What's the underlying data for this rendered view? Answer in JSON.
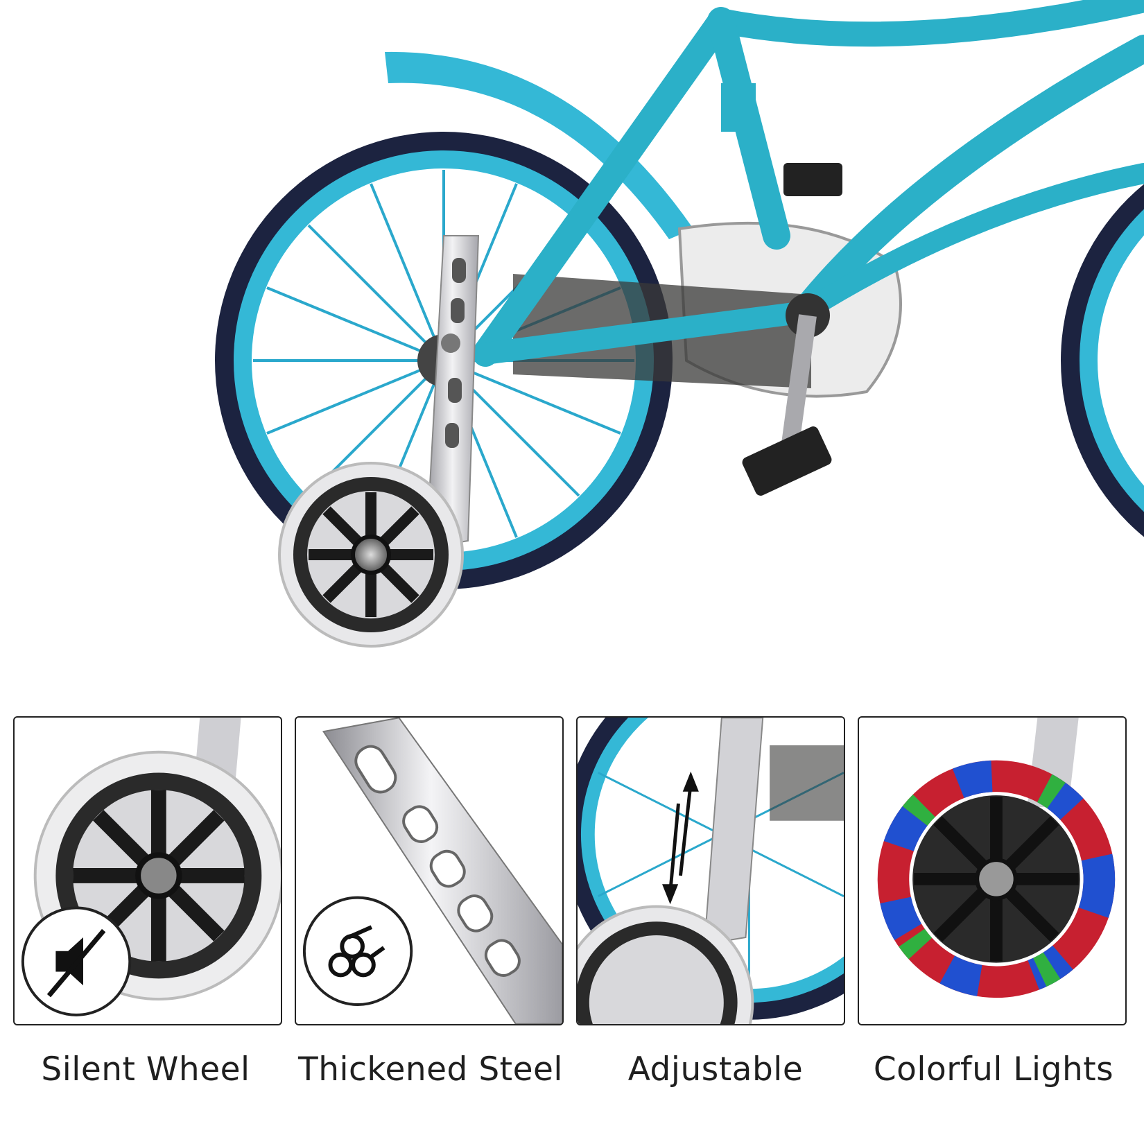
{
  "features": [
    {
      "caption": "Silent Wheel",
      "icon": "mute-speaker-icon"
    },
    {
      "caption": "Thickened Steel",
      "icon": "steel-tubes-icon"
    },
    {
      "caption": "Adjustable",
      "icon": "up-down-arrows-icon"
    },
    {
      "caption": "Colorful Lights",
      "icon": "light-up-wheel"
    }
  ],
  "colors": {
    "frame": "#2bb0c8",
    "tire": "#1c2340",
    "steel": "#c8c8cc",
    "wheel_hub": "#1a1a1a",
    "border": "#222222"
  }
}
